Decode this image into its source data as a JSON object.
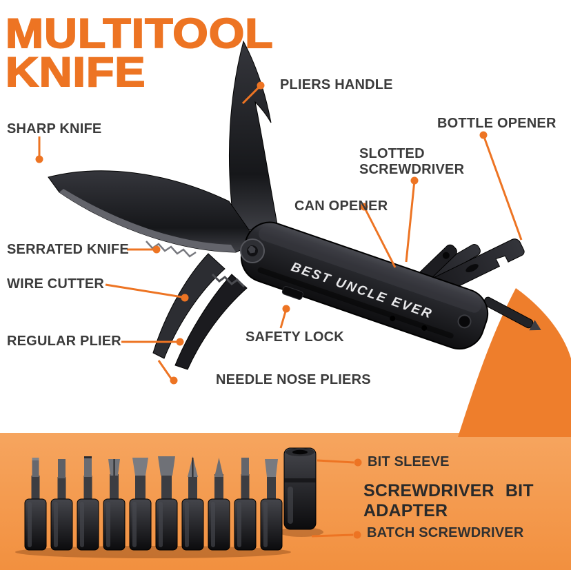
{
  "colors": {
    "accent_orange": "#ED7423",
    "band_orange": "#F49B52",
    "swoosh_orange": "#EE7E2C",
    "label_dark": "#3B3B3B"
  },
  "title": {
    "line1": "MULTITOOL",
    "line2": "KNIFE"
  },
  "knife": {
    "engraving": "BEST UNCLE EVER"
  },
  "callouts": {
    "pliers_handle": "PLIERS HANDLE",
    "sharp_knife": "SHARP KNIFE",
    "bottle_opener": "BOTTLE OPENER",
    "slotted_screwdriver": "SLOTTED SCREWDRIVER",
    "can_opener": "CAN OPENER",
    "serrated_knife": "SERRATED KNIFE",
    "wire_cutter": "WIRE CUTTER",
    "regular_plier": "REGULAR PLIER",
    "safety_lock": "SAFETY LOCK",
    "needle_nose_pliers": "NEEDLE NOSE PLIERS"
  },
  "bit_kit": {
    "bit_sleeve": "BIT SLEEVE",
    "adapter": "SCREWDRIVER BIT ADAPTER",
    "batch_screwdriver": "BATCH SCREWDRIVER"
  }
}
